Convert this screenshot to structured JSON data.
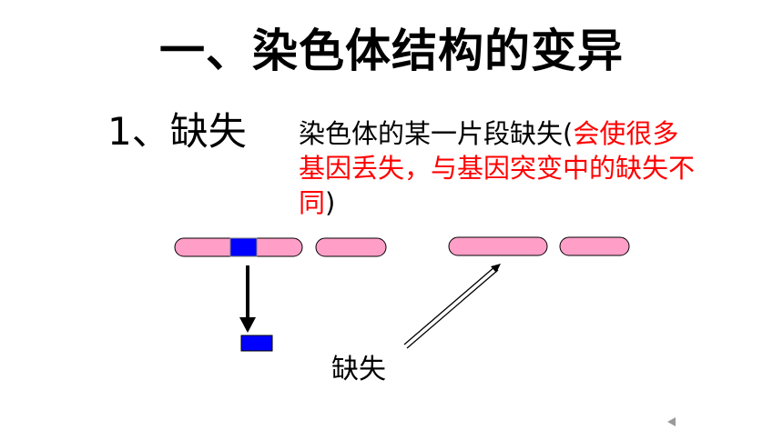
{
  "slide": {
    "title": "一、染色体结构的变异",
    "heading": "1、缺失",
    "description": {
      "black_part": "染色体的某一片段缺失(",
      "red_part": "会使很多基因丢失，与基因突变中的缺失不同",
      "closing": ")"
    },
    "caption": "缺失",
    "colors": {
      "chromosome": "#ff9fc8",
      "segment": "#0000ff",
      "highlight_text": "#ff0000"
    },
    "icons": [
      "arrow-down-icon",
      "arrow-diagonal-icon",
      "prev-slide-icon"
    ]
  }
}
